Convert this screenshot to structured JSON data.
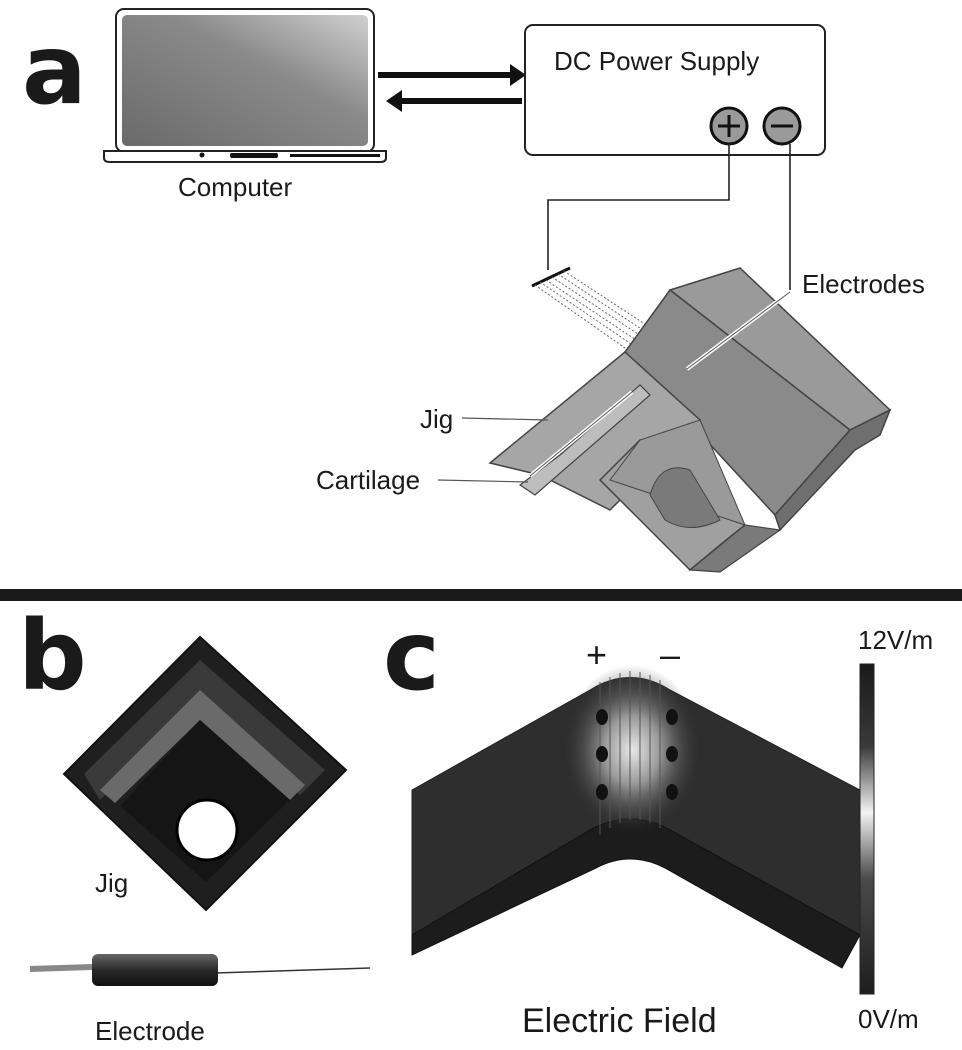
{
  "panel_a": {
    "letter": "a",
    "computer_label": "Computer",
    "power_supply_label": "DC Power Supply",
    "positive_terminal": "+",
    "negative_terminal": "−",
    "electrodes_label": "Electrodes",
    "jig_label": "Jig",
    "cartilage_label": "Cartilage"
  },
  "panel_b": {
    "letter": "b",
    "jig_label": "Jig",
    "electrode_label": "Electrode"
  },
  "panel_c": {
    "letter": "c",
    "plus_label": "+",
    "minus_label": "–",
    "caption": "Electric Field",
    "scale_max": "12V/m",
    "scale_min": "0V/m"
  },
  "colors": {
    "ink": "#1a1a1a",
    "jig_gray": "#8c8c8c",
    "field_dark": "#2e2e2e"
  }
}
